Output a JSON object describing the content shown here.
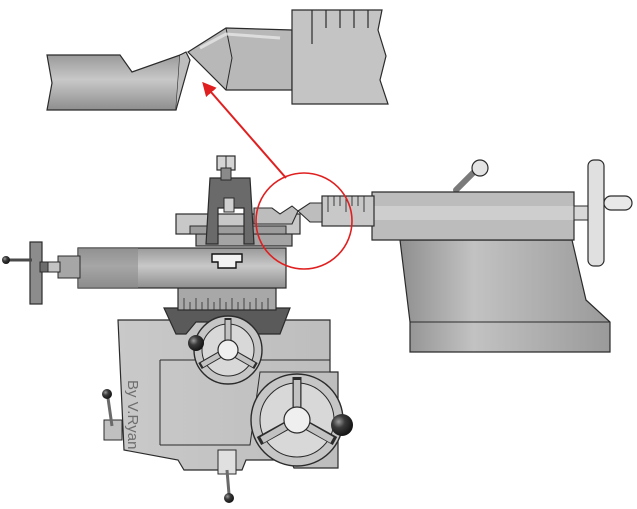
{
  "diagram": {
    "credit": "By V.Ryan",
    "colors": {
      "background": "#ffffff",
      "metal_light": "#d6d6d6",
      "metal_mid": "#b4b4b4",
      "metal_dark": "#8a8a8a",
      "outline": "#2b2b2b",
      "callout": "#e02020"
    },
    "parts": [
      "magnified-tool-tip-view",
      "callout-arrow",
      "magnifier-circle",
      "tool-post",
      "cross-slide",
      "compound-slide-handle",
      "saddle",
      "apron",
      "handwheels",
      "tailstock",
      "tailstock-handwheel"
    ]
  }
}
